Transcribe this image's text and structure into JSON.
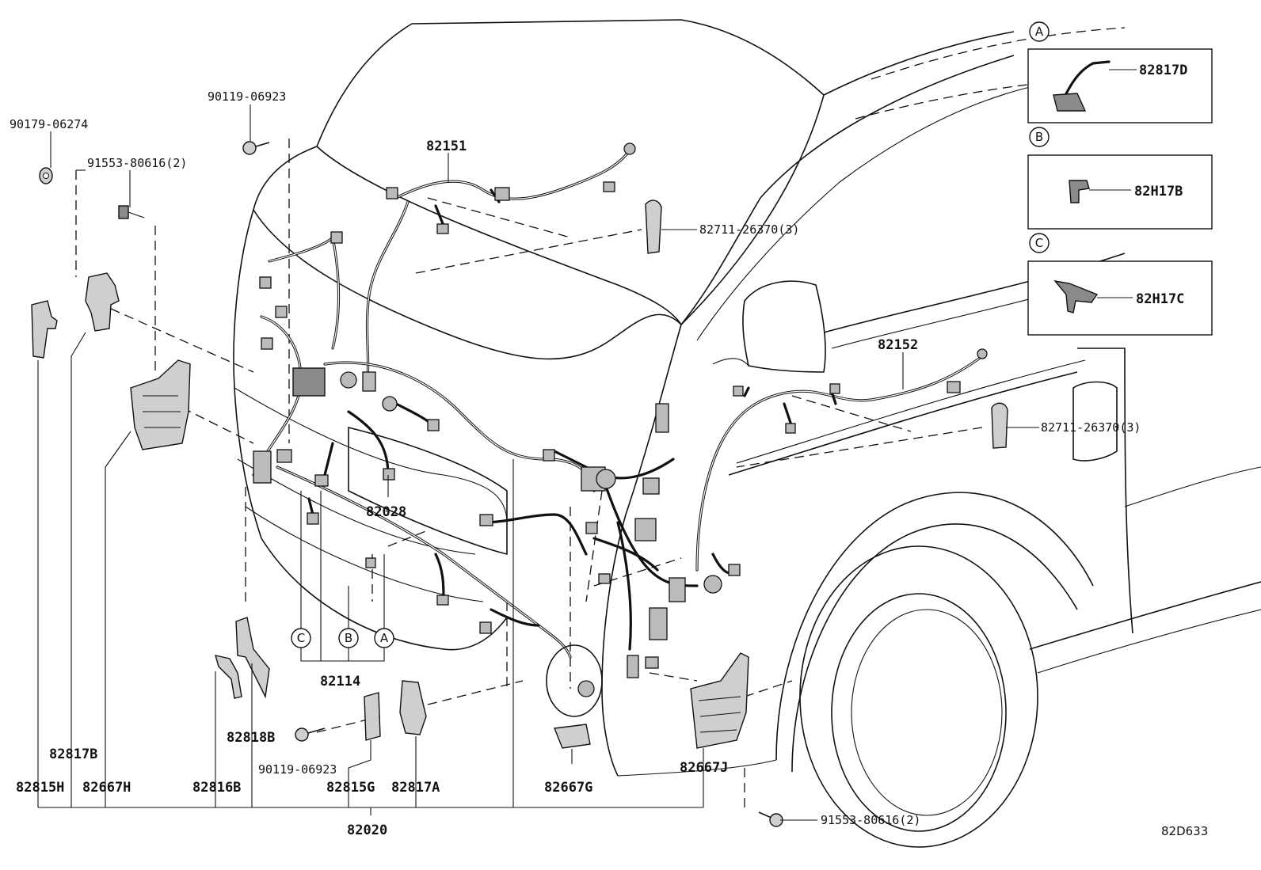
{
  "diagram_code": "82D633",
  "insets": [
    {
      "letter": "A",
      "part": "82817D"
    },
    {
      "letter": "B",
      "part": "82H17B"
    },
    {
      "letter": "C",
      "part": "82H17C"
    }
  ],
  "labels": {
    "p90179_06274": "90179-06274",
    "p91553_80616_top": "91553-80616(2)",
    "p90119_06923_top": "90119-06923",
    "p82151": "82151",
    "p82711_top": "82711-26370(3)",
    "p82152": "82152",
    "p82711_right": "82711-26370(3)",
    "p82028": "82028",
    "p82114": "82114",
    "p82817B": "82817B",
    "p82818B": "82818B",
    "p90119_06923_bottom": "90119-06923",
    "p82815H": "82815H",
    "p82667H": "82667H",
    "p82816B": "82816B",
    "p82815G": "82815G",
    "p82817A": "82817A",
    "p82667G": "82667G",
    "p82667J": "82667J",
    "p91553_80616_bottom": "91553-80616(2)",
    "p82020": "82020"
  },
  "ref_circles": {
    "c": "C",
    "b": "B",
    "a": "A"
  }
}
